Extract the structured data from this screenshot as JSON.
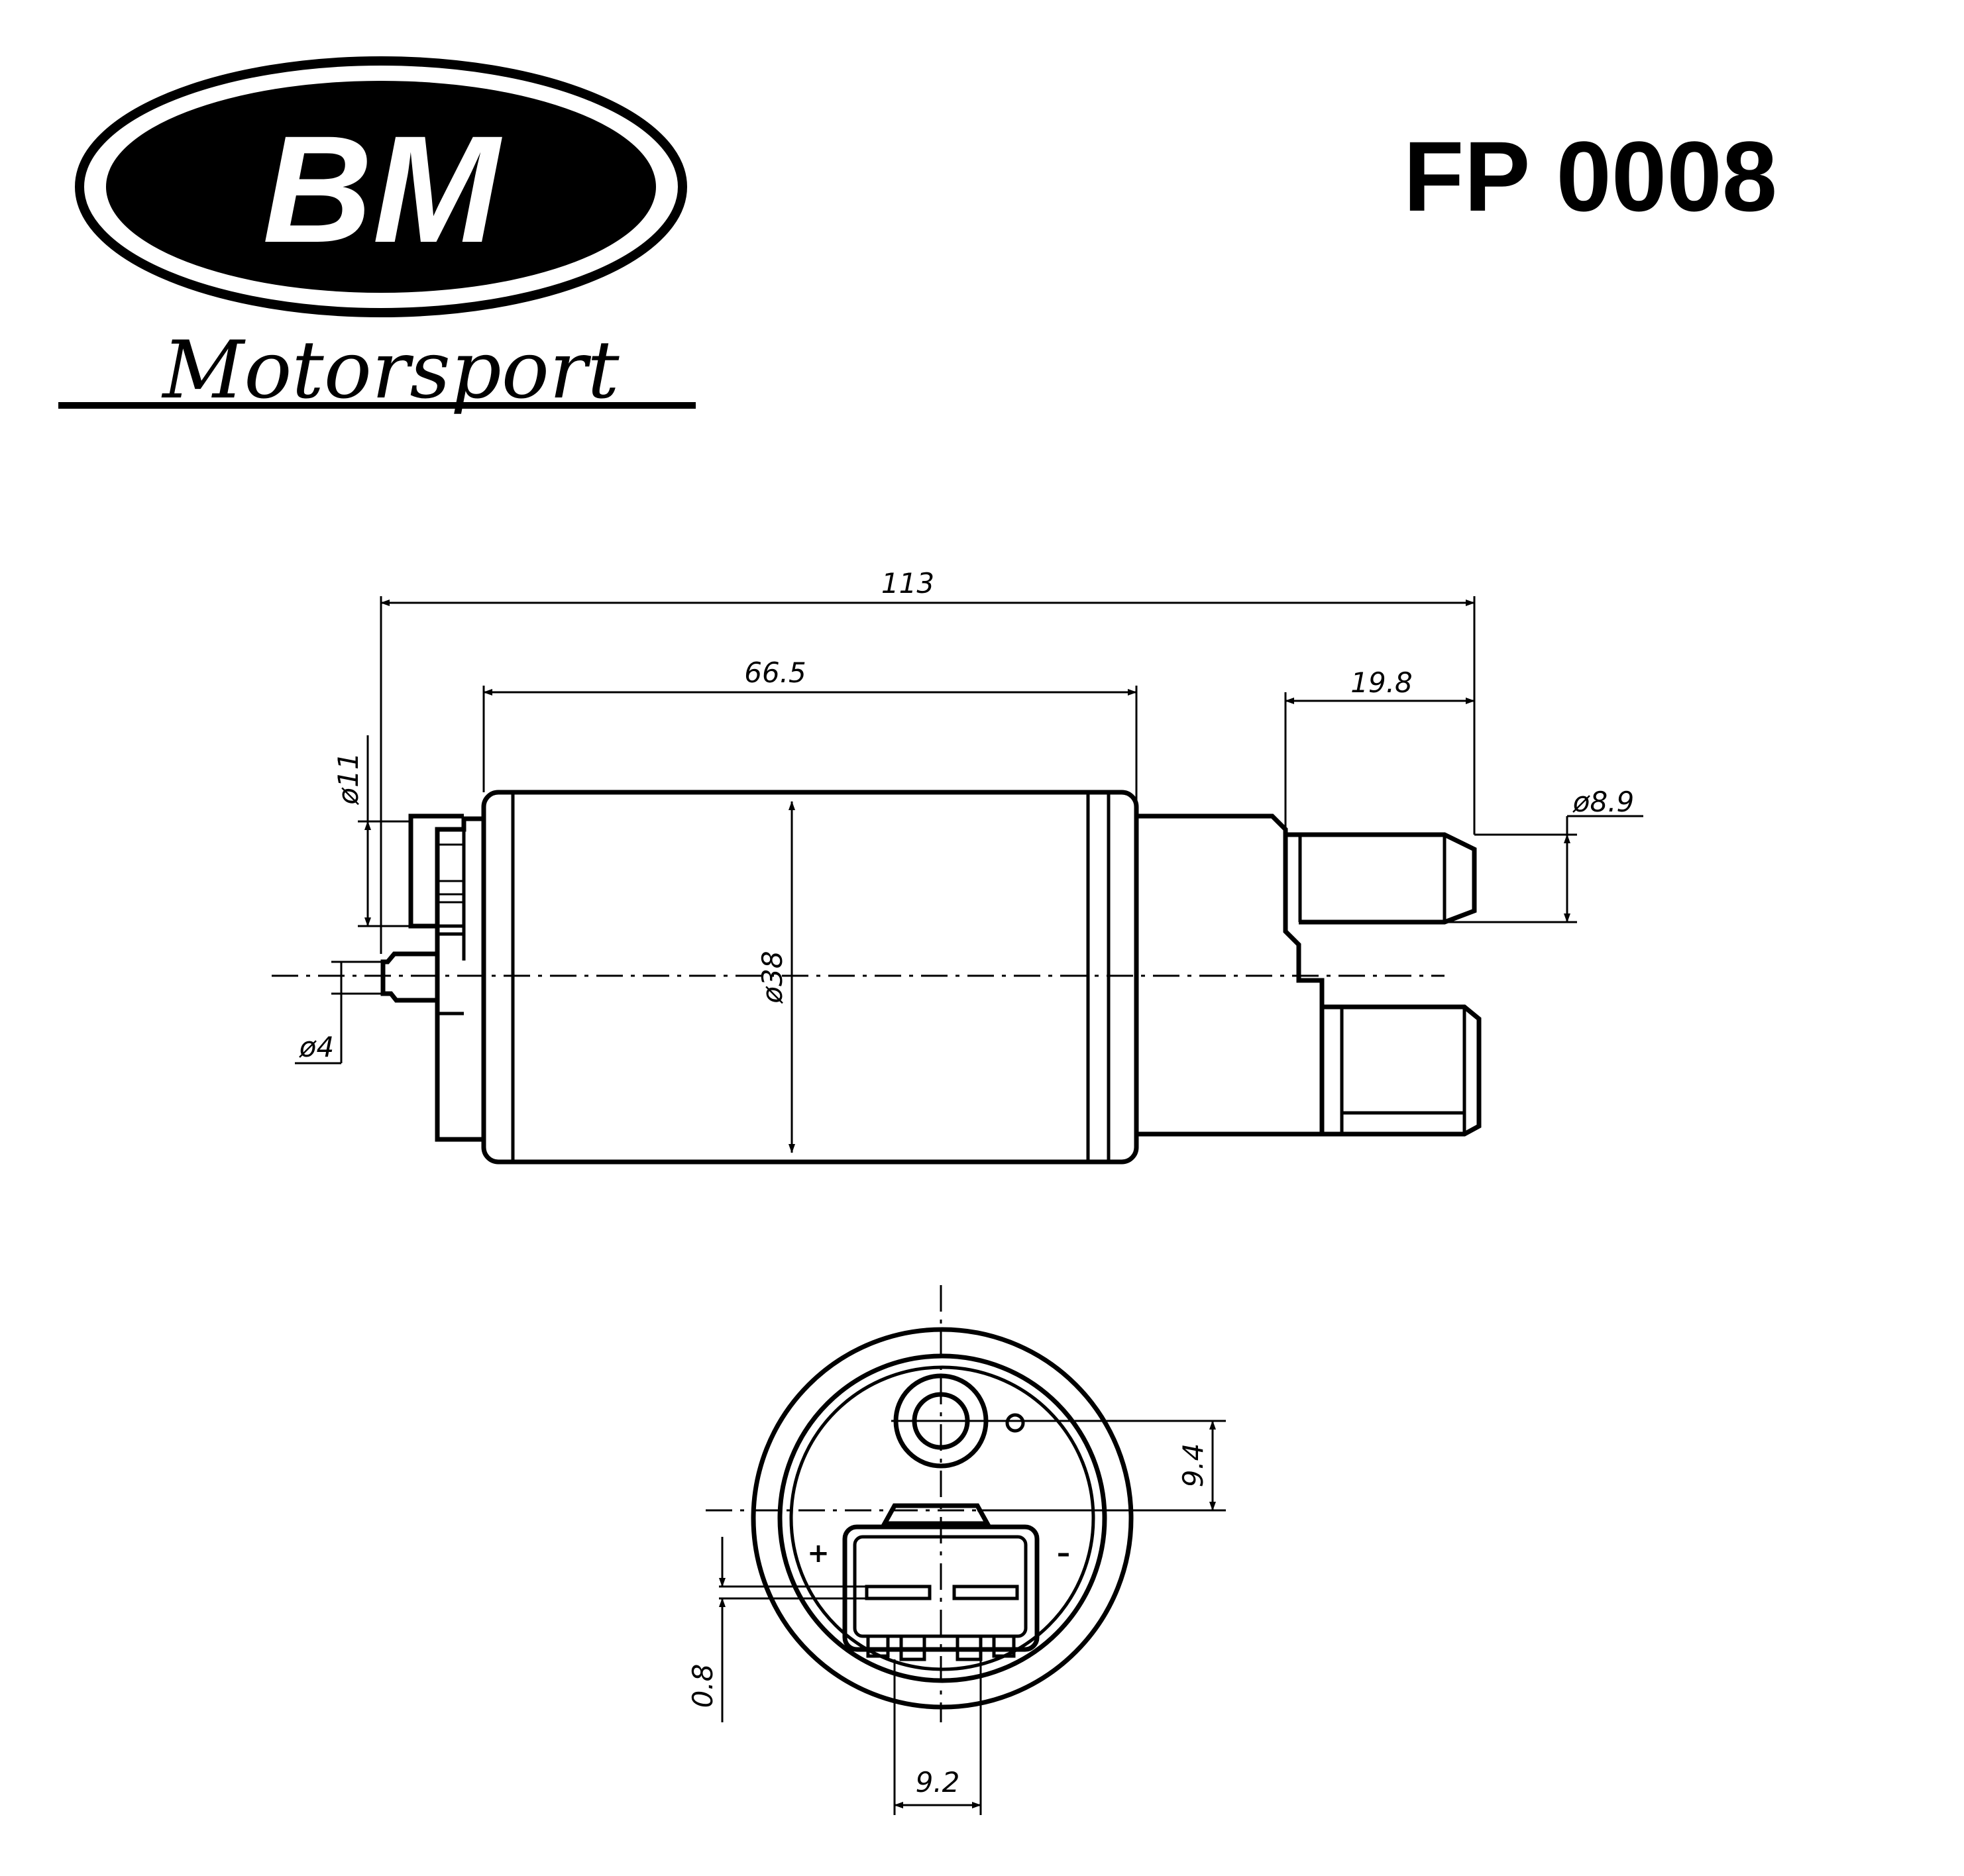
{
  "logo": {
    "brand": "BM",
    "script": "Motorsport"
  },
  "title": {
    "part_number": "FP 0008"
  },
  "side_view": {
    "dims": {
      "overall_length": "113",
      "body_length": "66.5",
      "outlet_length": "19.8",
      "outlet_diameter": "ø8.9",
      "inlet_diameter": "ø11",
      "small_inlet_diameter": "ø4",
      "body_diameter": "ø38"
    }
  },
  "end_view": {
    "dims": {
      "offset_vertical": "9.4",
      "terminal_gap": "0.8",
      "terminal_spacing": "9.2"
    },
    "polarity": {
      "plus": "+",
      "minus": "–"
    }
  },
  "colors": {
    "ink": "#000000",
    "paper": "#ffffff"
  }
}
